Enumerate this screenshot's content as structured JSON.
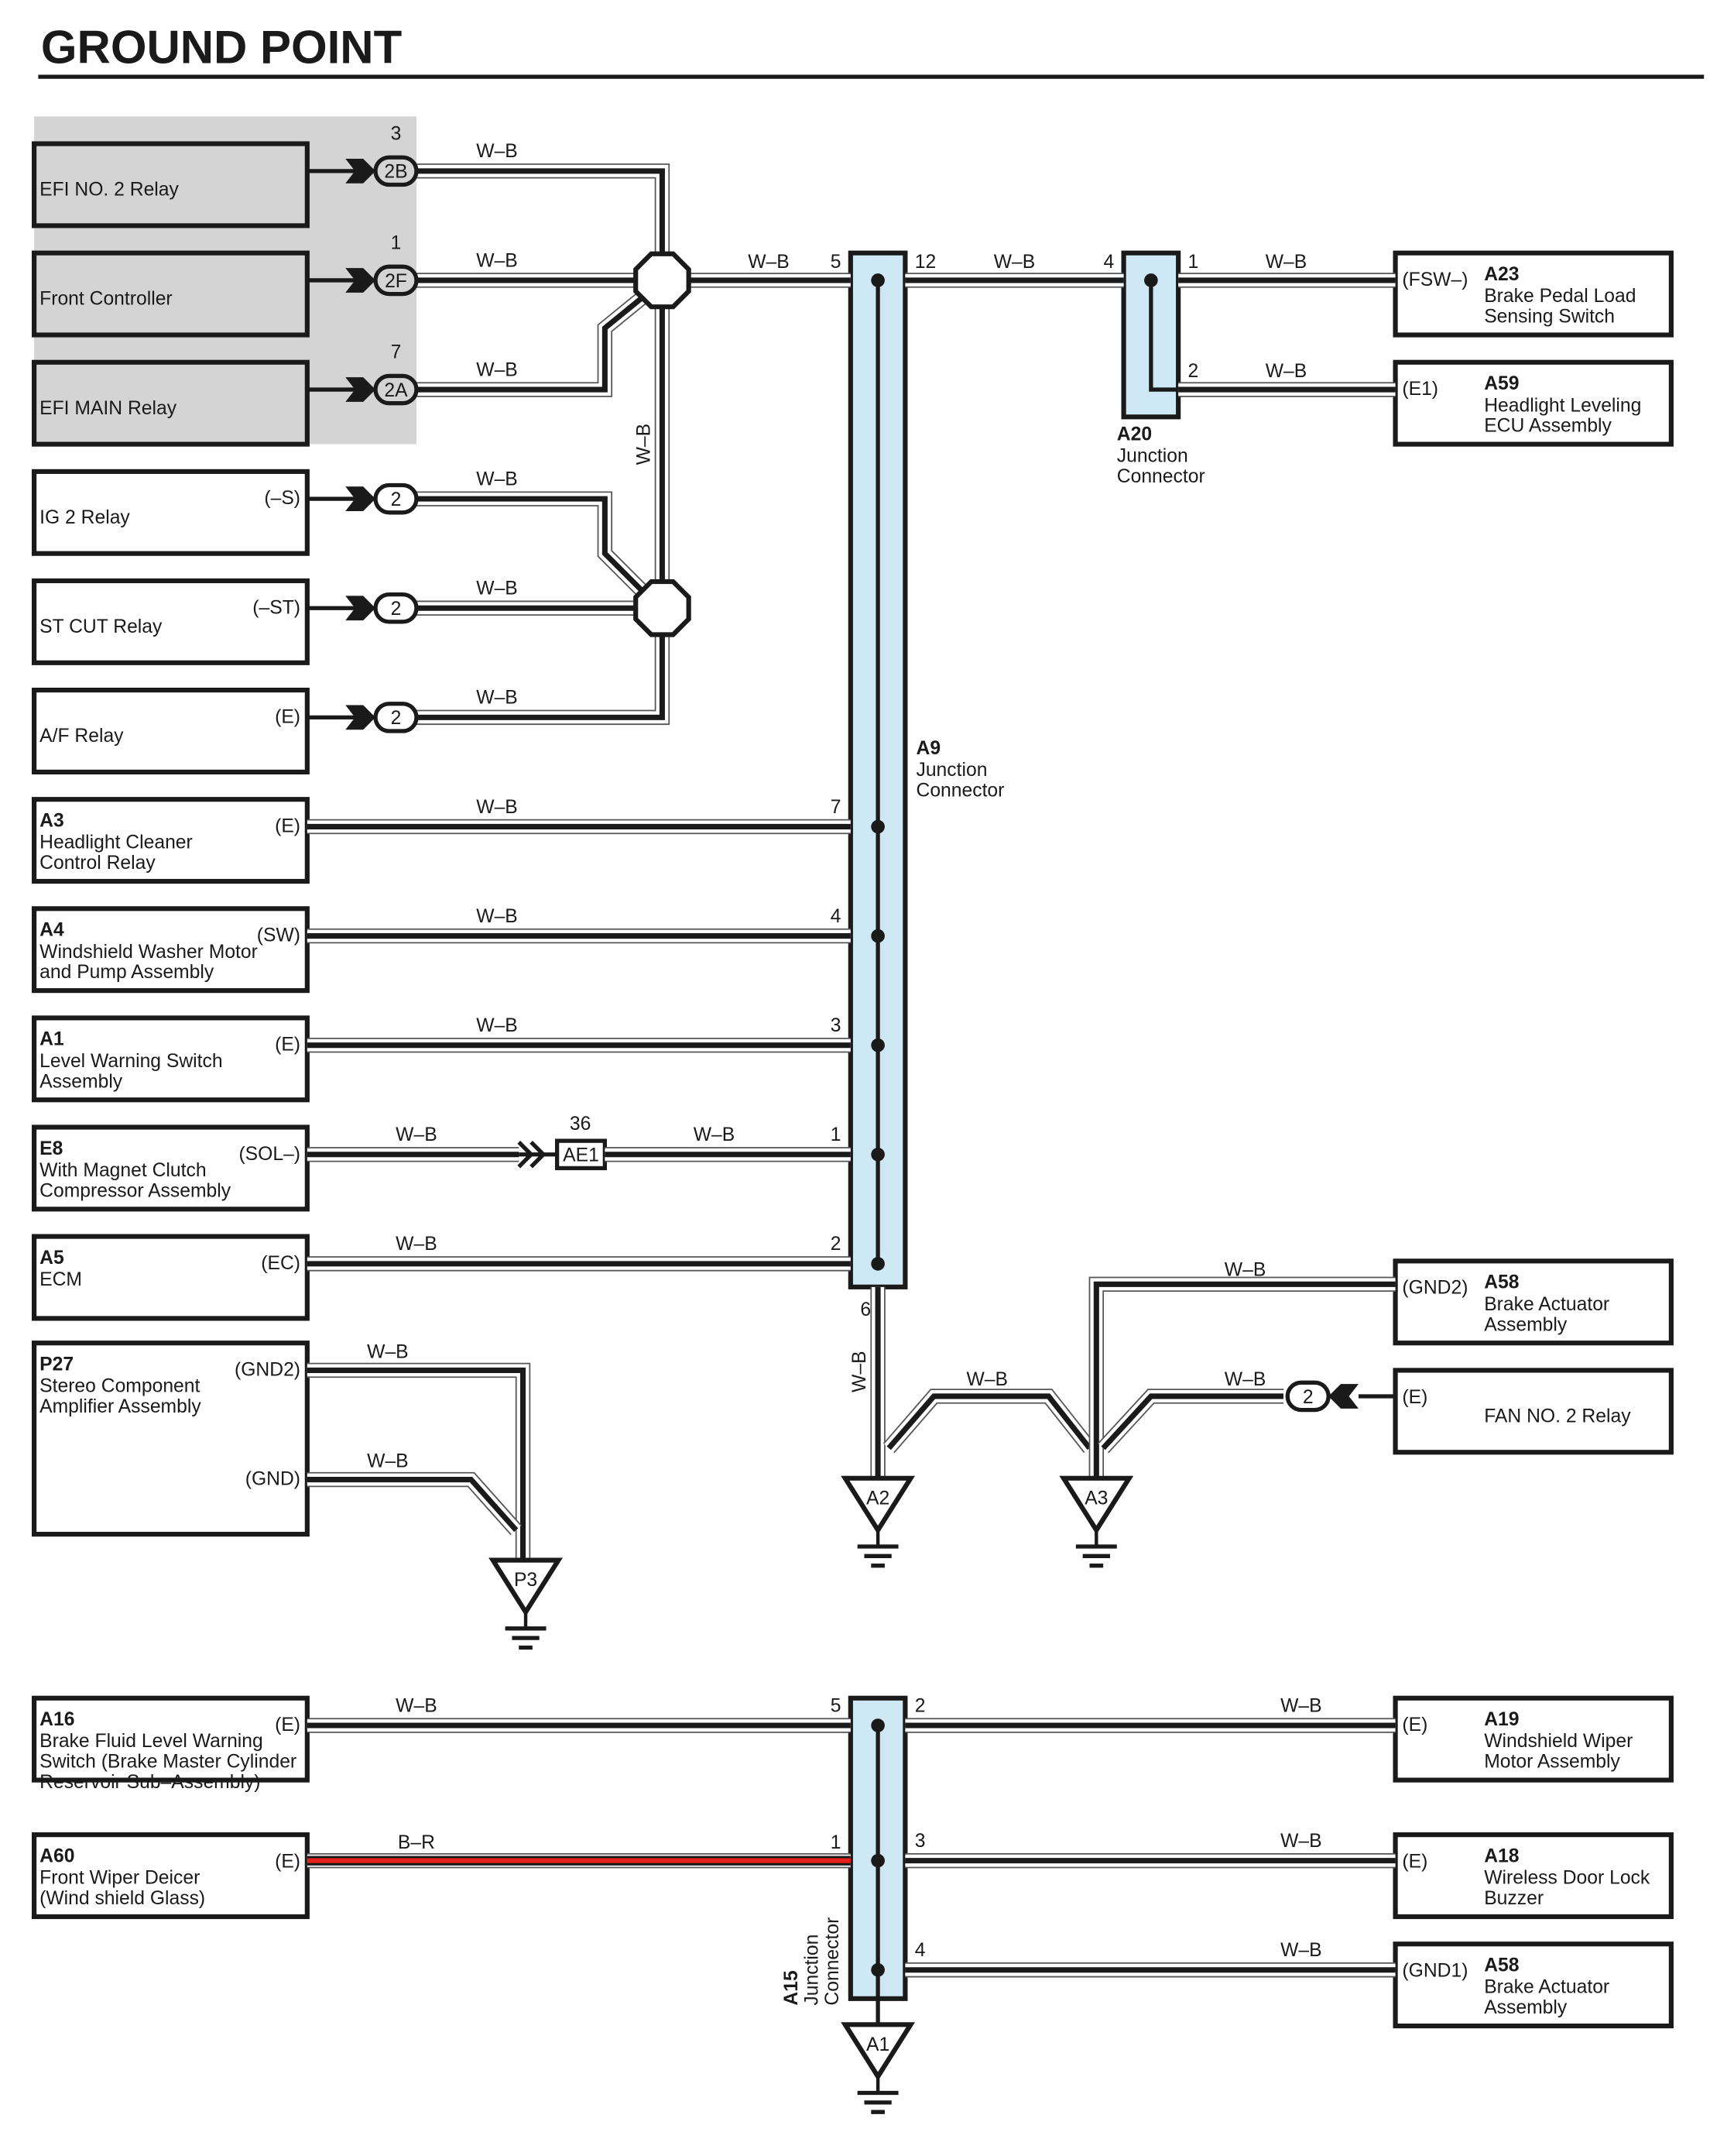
{
  "title": "GROUND POINT",
  "colors": {
    "shade": "#d4d4d4",
    "junction_fill": "#cfe8f6",
    "line": "#1a1a1a",
    "b_r_wire": "#e8201c"
  },
  "left": [
    {
      "name": [
        "EFI NO. 2 Relay"
      ],
      "connector": "2B",
      "connector_pin": "3",
      "wire": "W–B"
    },
    {
      "name": [
        "Front Controller"
      ],
      "connector": "2F",
      "connector_pin": "1",
      "wire": "W–B"
    },
    {
      "name": [
        "EFI MAIN Relay"
      ],
      "connector": "2A",
      "connector_pin": "7",
      "wire": "W–B"
    },
    {
      "name": [
        "IG 2 Relay"
      ],
      "terminal": "(–S)",
      "connector": "2",
      "wire": "W–B"
    },
    {
      "name": [
        "ST CUT Relay"
      ],
      "terminal": "(–ST)",
      "connector": "2",
      "wire": "W–B"
    },
    {
      "name": [
        "A/F Relay"
      ],
      "terminal": "(E)",
      "connector": "2",
      "wire": "W–B"
    },
    {
      "code": "A3",
      "name": [
        "Headlight Cleaner",
        "Control Relay"
      ],
      "terminal": "(E)",
      "wire": "W–B",
      "pin": "7"
    },
    {
      "code": "A4",
      "name": [
        "Windshield Washer Motor",
        "and Pump Assembly"
      ],
      "terminal": "(SW)",
      "wire": "W–B",
      "pin": "4"
    },
    {
      "code": "A1",
      "name": [
        "Level Warning Switch",
        "Assembly"
      ],
      "terminal": "(E)",
      "wire": "W–B",
      "pin": "3"
    },
    {
      "code": "E8",
      "name": [
        "With Magnet Clutch",
        "Compressor Assembly"
      ],
      "terminal": "(SOL–)",
      "wire": "W–B",
      "inline_connector": "AE1",
      "inline_pin": "36",
      "wire2": "W–B",
      "pin": "1"
    },
    {
      "code": "A5",
      "name": [
        "ECM"
      ],
      "terminal": "(EC)",
      "wire": "W–B",
      "pin": "2"
    },
    {
      "code": "P27",
      "name": [
        "Stereo Component",
        "Amplifier Assembly"
      ],
      "terminals": [
        "(GND2)",
        "(GND)"
      ],
      "wires": [
        "W–B",
        "W–B"
      ]
    },
    {
      "code": "A16",
      "name": [
        "Brake Fluid Level Warning",
        "Switch (Brake Master Cylinder",
        "Reservoir Sub–Assembly)"
      ],
      "terminal": "(E)",
      "wire": "W–B",
      "pin": "5"
    },
    {
      "code": "A60",
      "name": [
        "Front Wiper Deicer",
        "(Wind shield Glass)"
      ],
      "terminal": "(E)",
      "wire": "B–R",
      "pin": "1"
    }
  ],
  "right": [
    {
      "code": "A23",
      "name": [
        "Brake Pedal Load",
        "Sensing Switch"
      ],
      "terminal": "(FSW–)",
      "wire": "W–B",
      "pin": "1"
    },
    {
      "code": "A59",
      "name": [
        "Headlight Leveling",
        "ECU Assembly"
      ],
      "terminal": "(E1)",
      "wire": "W–B",
      "pin": "2"
    },
    {
      "code": "A58",
      "name": [
        "Brake Actuator",
        "Assembly"
      ],
      "terminal": "(GND2)",
      "wire": "W–B"
    },
    {
      "name": [
        "FAN NO. 2 Relay"
      ],
      "terminal": "(E)",
      "connector": "2",
      "wire": "W–B"
    },
    {
      "code": "A19",
      "name": [
        "Windshield Wiper",
        "Motor Assembly"
      ],
      "terminal": "(E)",
      "wire": "W–B",
      "pin": "2"
    },
    {
      "code": "A18",
      "name": [
        "Wireless Door Lock",
        "Buzzer"
      ],
      "terminal": "(E)",
      "wire": "W–B",
      "pin": "3"
    },
    {
      "code": "A58",
      "name": [
        "Brake Actuator",
        "Assembly"
      ],
      "terminal": "(GND1)",
      "wire": "W–B",
      "pin": "4"
    }
  ],
  "splices": {
    "link_wire": "W–B",
    "out_wire": "W–B",
    "out_pin": "5"
  },
  "a9": {
    "code": "A9",
    "label": [
      "Junction",
      "Connector"
    ],
    "pin_to_a20": "12",
    "wire_to_a20": "W–B",
    "ground_pin": "6",
    "ground_wire": "W–B"
  },
  "a20": {
    "code": "A20",
    "label": [
      "Junction",
      "Connector"
    ],
    "input_pin": "4"
  },
  "a15": {
    "code": "A15",
    "label": [
      "Junction",
      "Connector"
    ]
  },
  "a2_a3_wire": "W–B",
  "grounds": {
    "a2": "A2",
    "a3": "A3",
    "p3": "P3",
    "a1": "A1"
  }
}
